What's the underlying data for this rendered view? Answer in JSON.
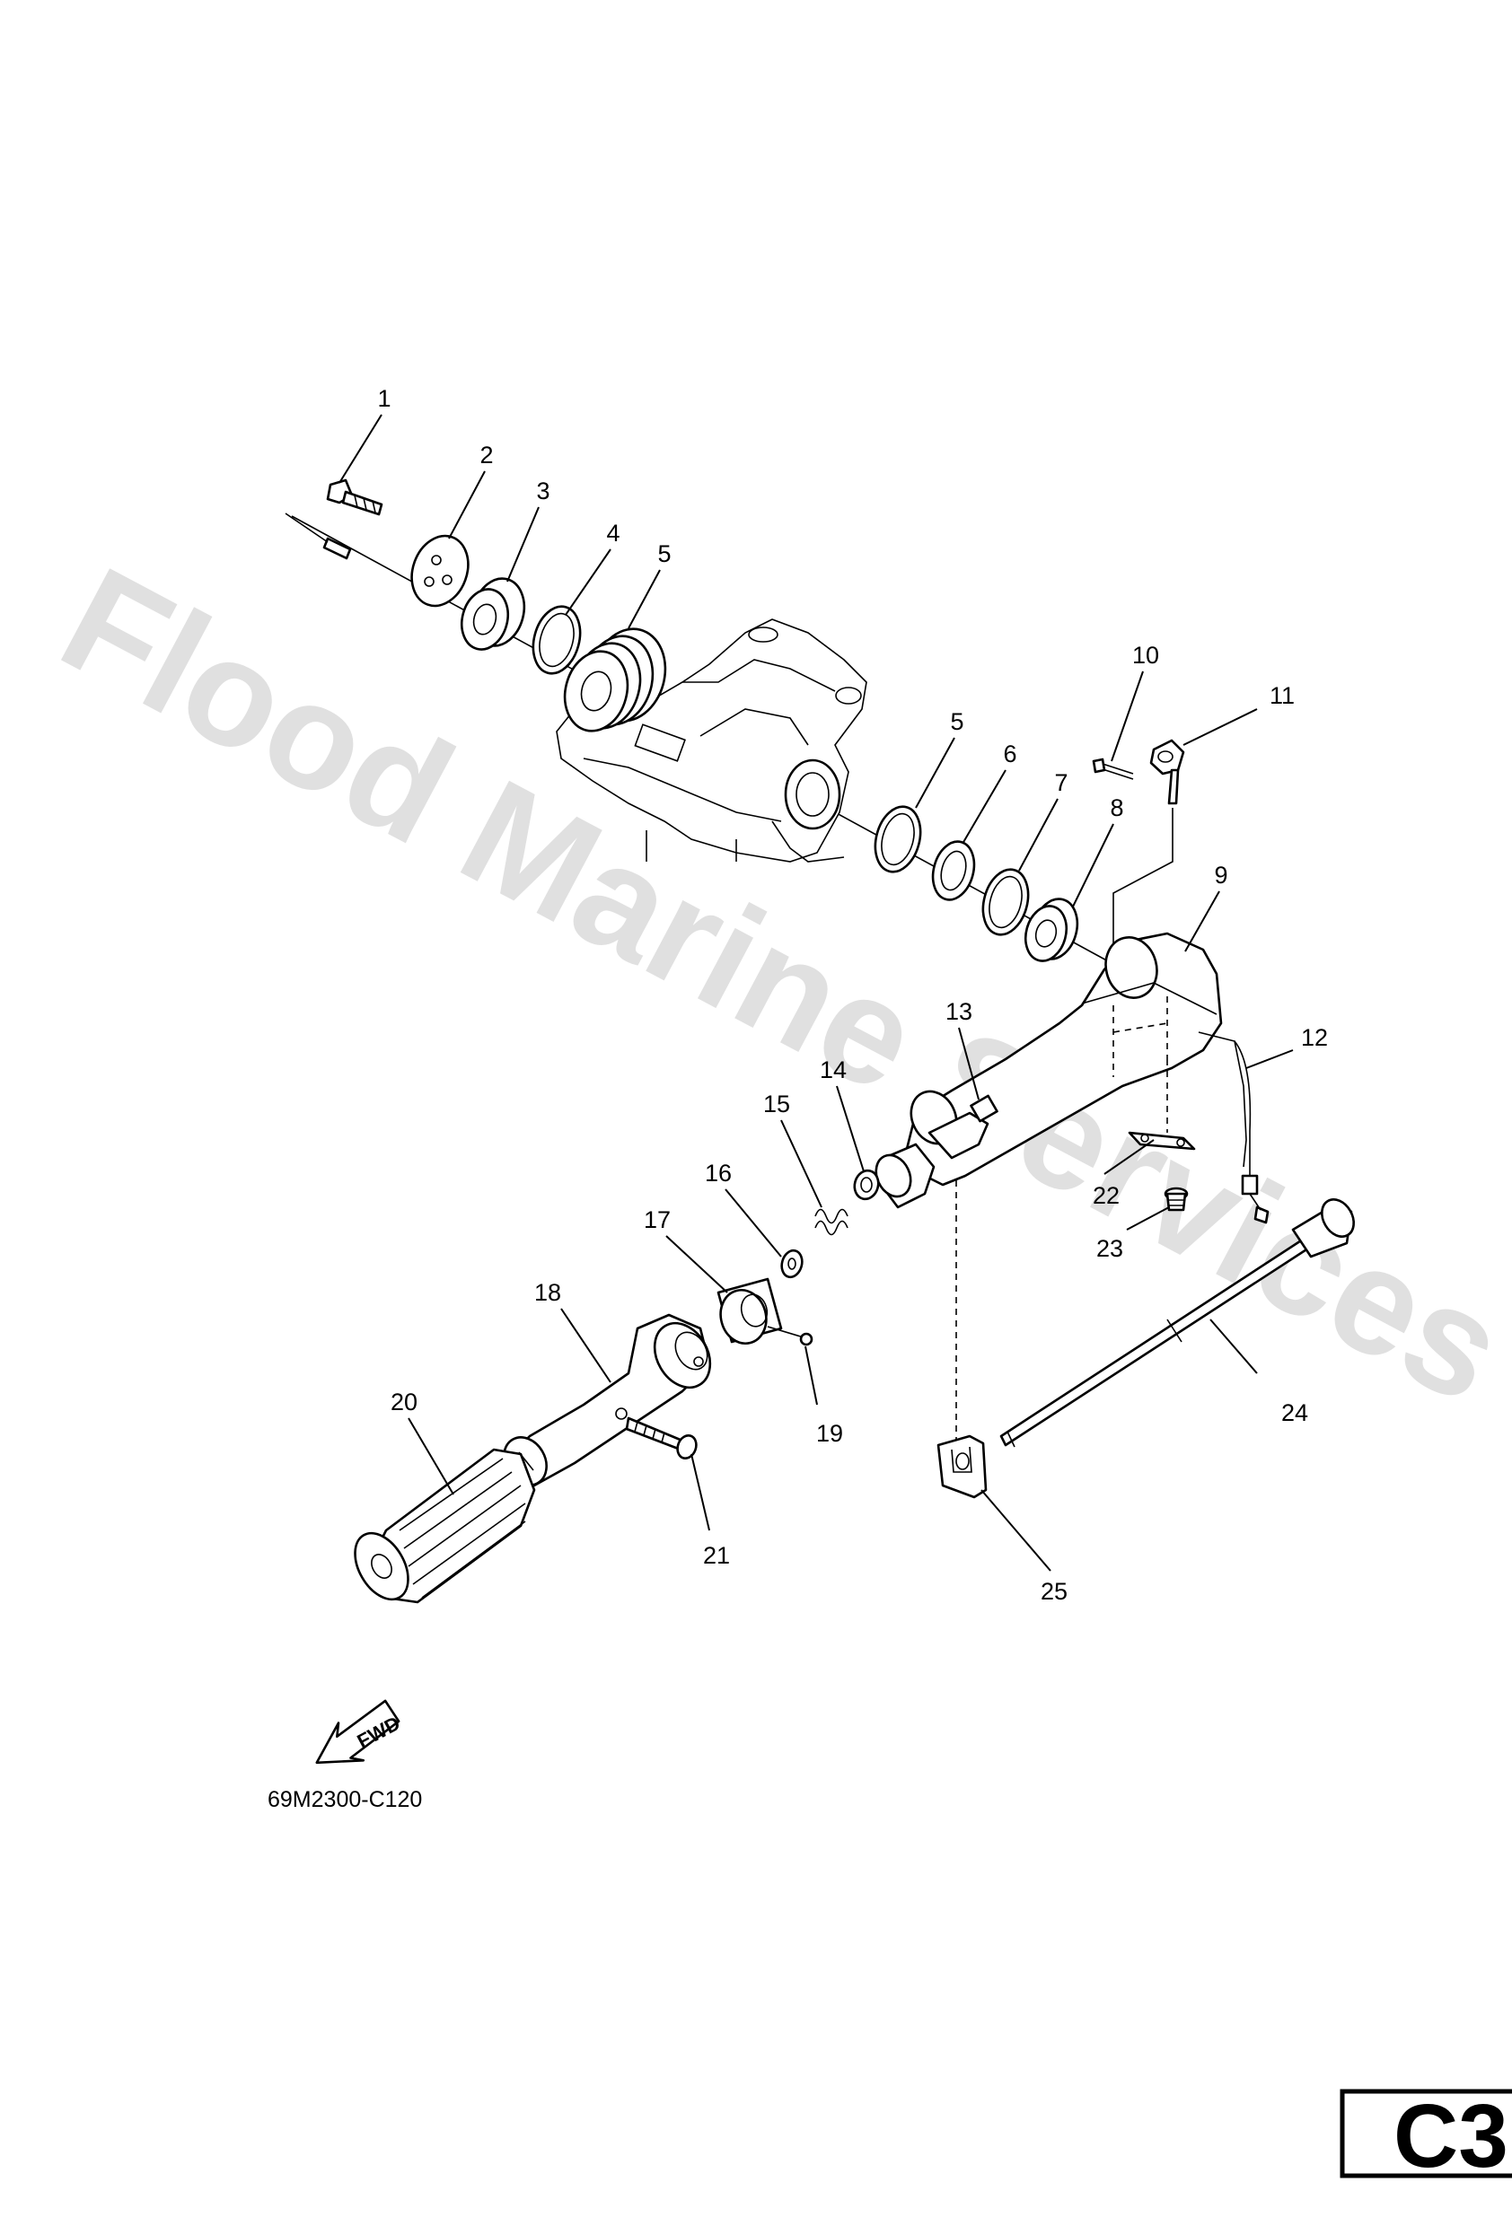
{
  "watermark": "Flood Marine Services",
  "figure_code": "69M2300-C120",
  "page_code": "C3",
  "direction_label": "FWD",
  "callouts": [
    "1",
    "2",
    "3",
    "4",
    "5",
    "5",
    "6",
    "7",
    "8",
    "9",
    "10",
    "11",
    "12",
    "13",
    "14",
    "15",
    "16",
    "17",
    "18",
    "19",
    "20",
    "21",
    "22",
    "23",
    "24",
    "25"
  ]
}
